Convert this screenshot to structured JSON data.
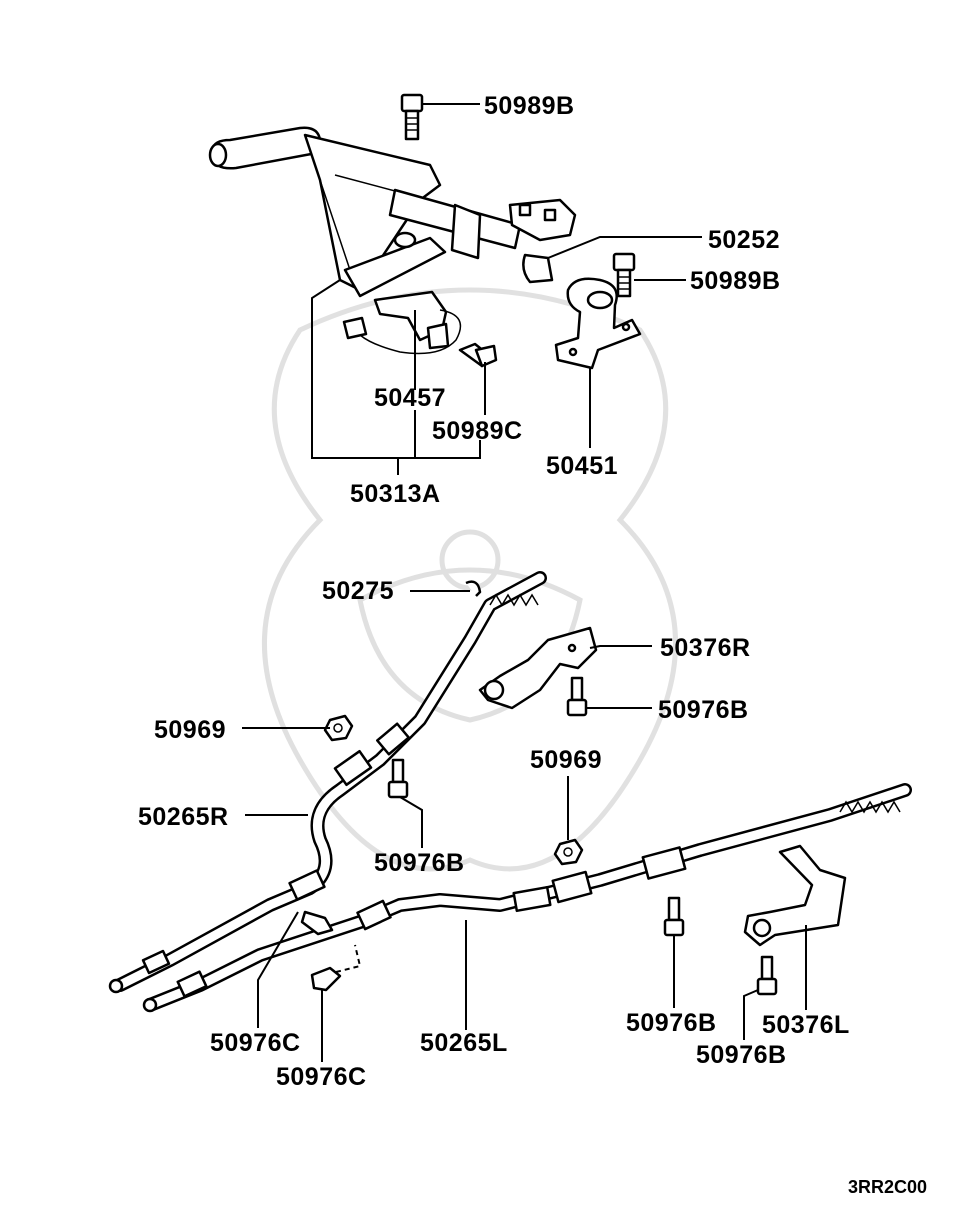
{
  "diagram": {
    "code": "3RR2C00",
    "labels": {
      "p50989B_top": "50989B",
      "p50252": "50252",
      "p50989B_right": "50989B",
      "p50457": "50457",
      "p50989C": "50989C",
      "p50451": "50451",
      "p50313A": "50313A",
      "p50275": "50275",
      "p50376R": "50376R",
      "p50969_left": "50969",
      "p50976B_a": "50976B",
      "p50969_right": "50969",
      "p50265R": "50265R",
      "p50976B_b": "50976B",
      "p50976C_a": "50976C",
      "p50976C_b": "50976C",
      "p50265L": "50265L",
      "p50976B_c": "50976B",
      "p50376L": "50376L",
      "p50976B_d": "50976B"
    }
  }
}
